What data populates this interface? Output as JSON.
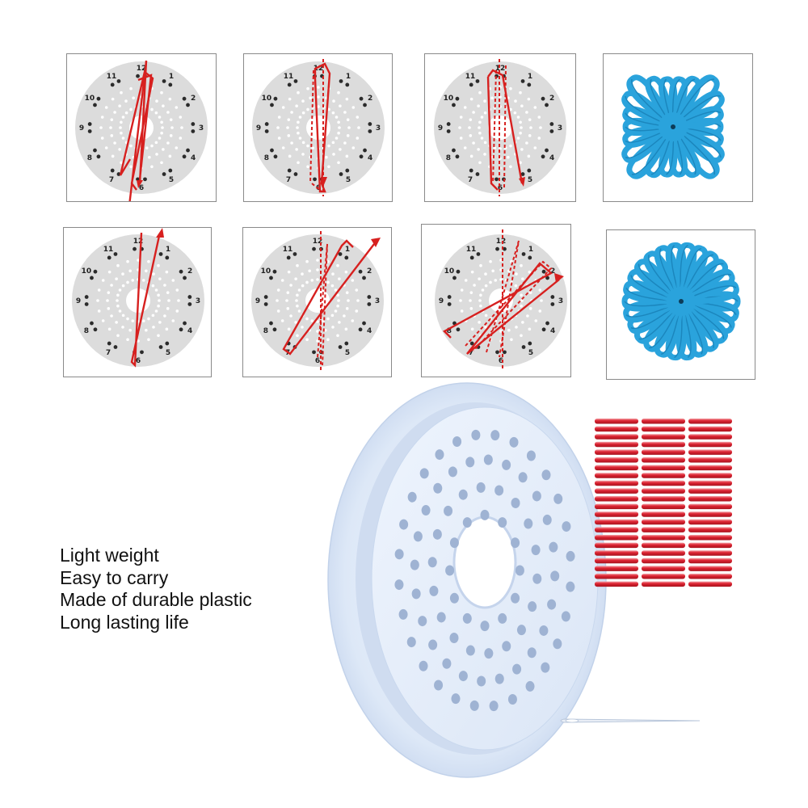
{
  "features": [
    "Light weight",
    "Easy to carry",
    "Made of durable plastic",
    "Long lasting life"
  ],
  "board_numbers": [
    "12",
    "1",
    "2",
    "3",
    "4",
    "5",
    "6",
    "7",
    "8",
    "9",
    "10",
    "11"
  ],
  "colors": {
    "thread_red": "#d7201f",
    "yarn_blue": "#2aa3dc",
    "board_gray": "#dcdcdc",
    "loom_body": "#dfe9f7",
    "pin_red": "#d8232f"
  },
  "panels": [
    {
      "id": "step-1",
      "kind": "diagram"
    },
    {
      "id": "step-2",
      "kind": "diagram"
    },
    {
      "id": "step-3",
      "kind": "diagram"
    },
    {
      "id": "result-square",
      "kind": "photo"
    },
    {
      "id": "step-4",
      "kind": "diagram"
    },
    {
      "id": "step-5",
      "kind": "diagram"
    },
    {
      "id": "step-6",
      "kind": "diagram"
    },
    {
      "id": "result-round",
      "kind": "photo"
    }
  ],
  "icons": [
    "loom-disc-icon",
    "yarn-flower-icon",
    "needle-icon",
    "pins-icon"
  ]
}
